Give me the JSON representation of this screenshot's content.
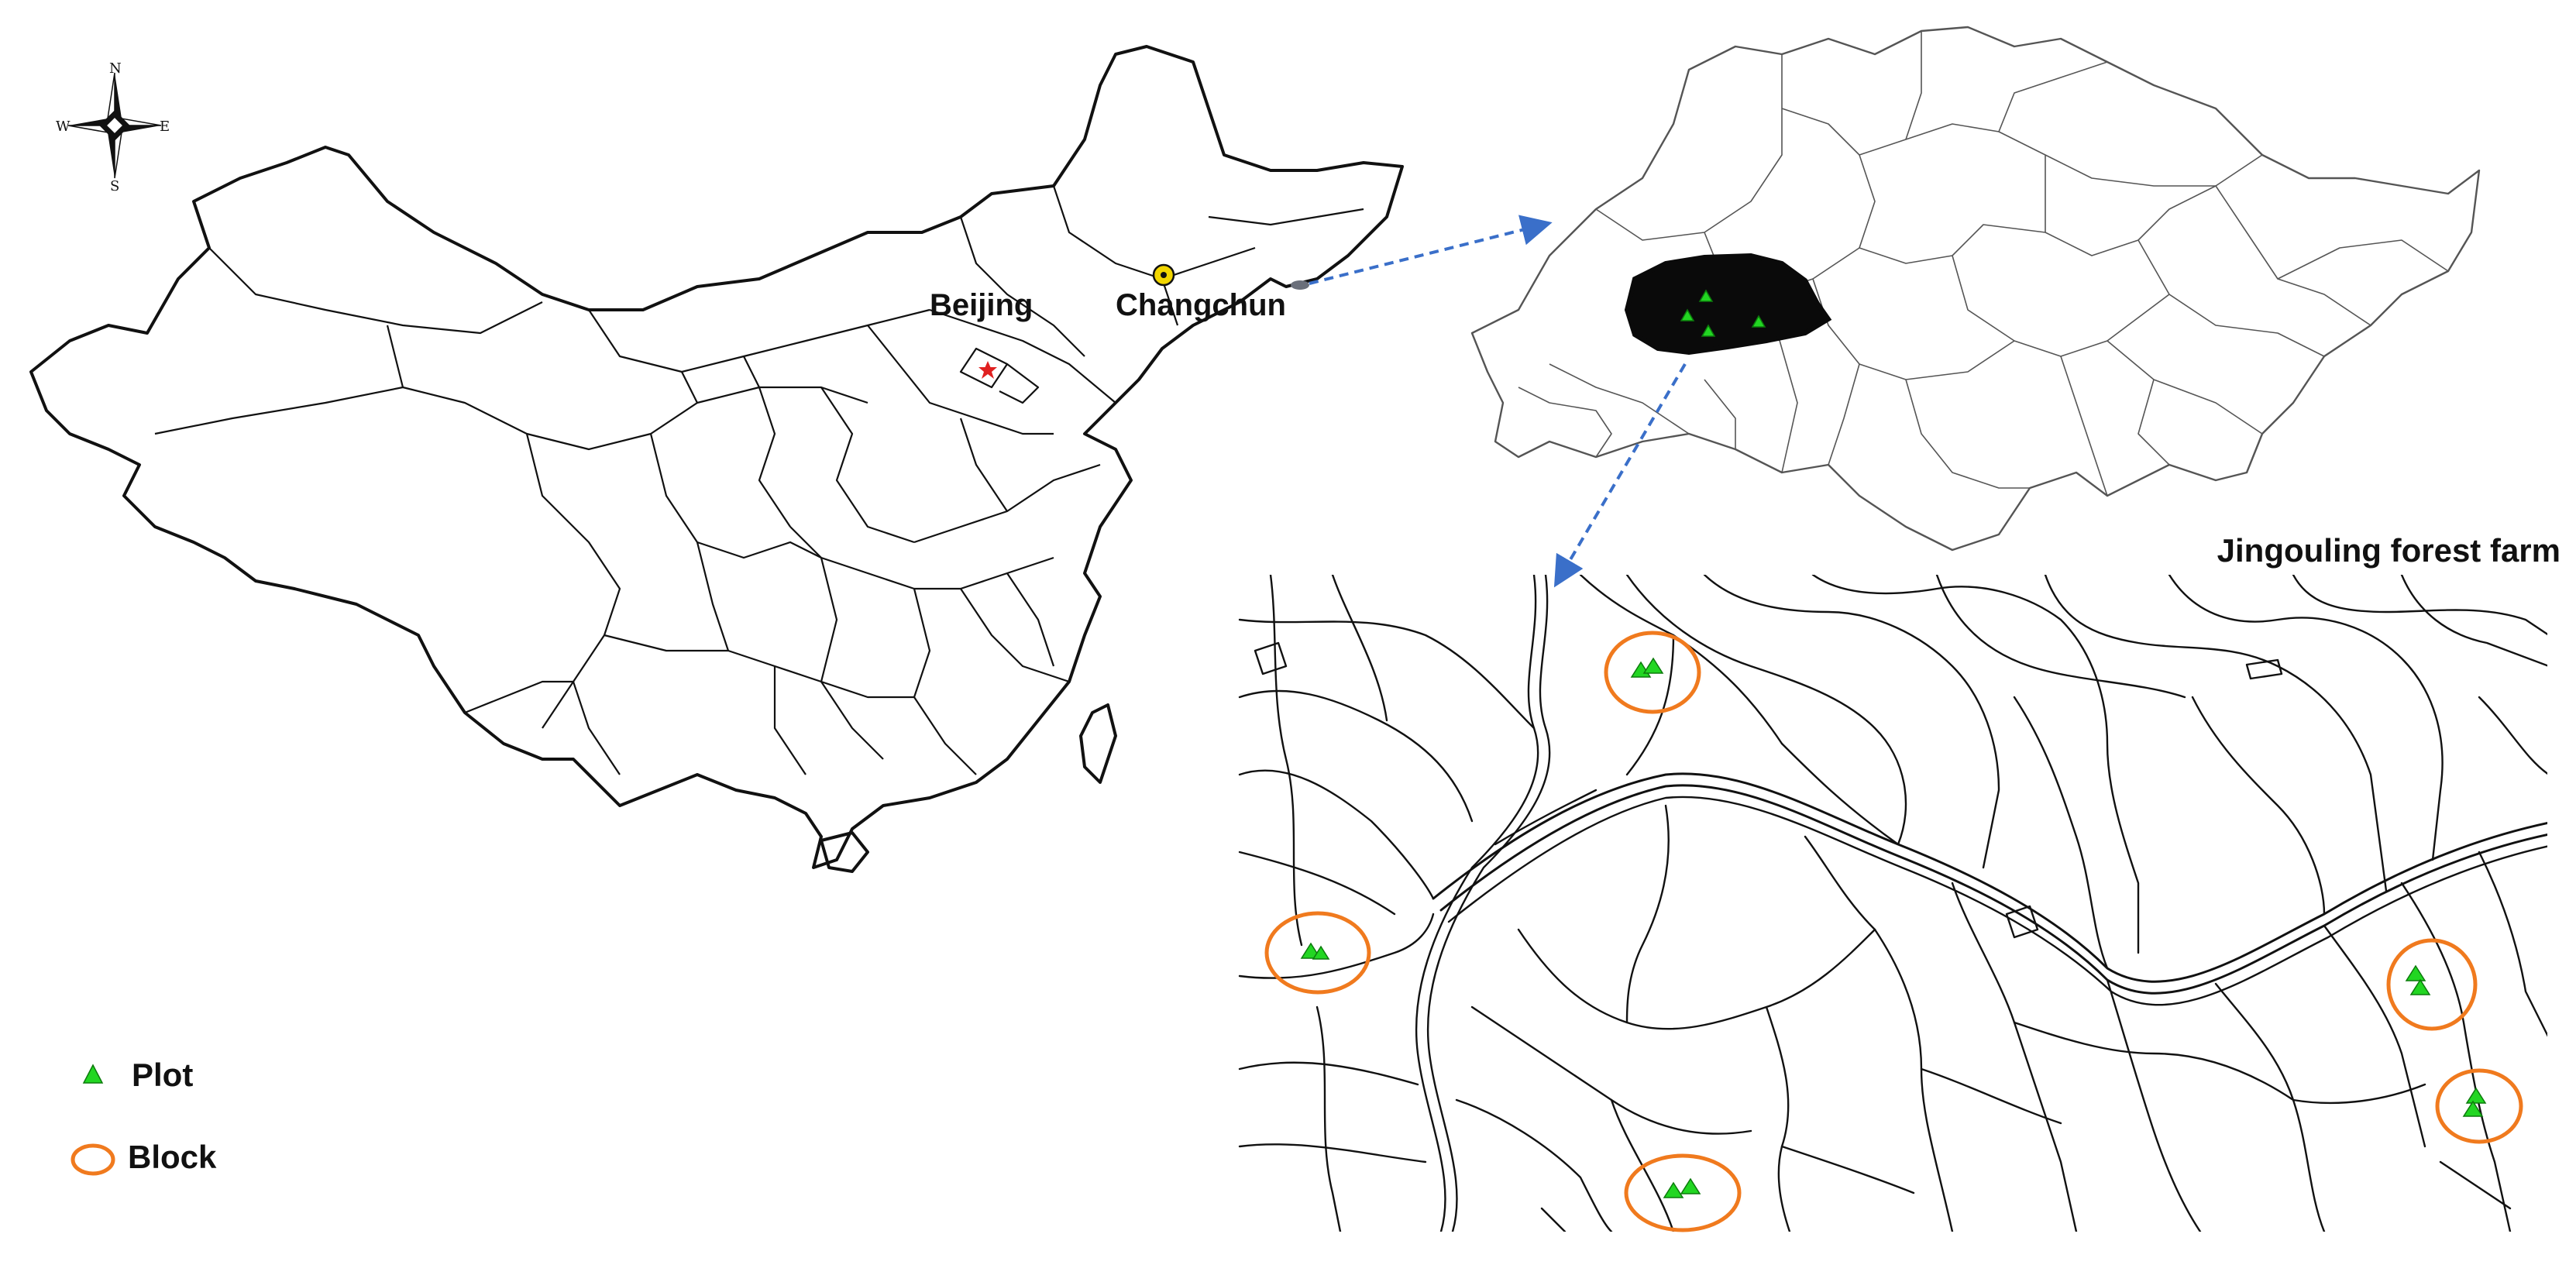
{
  "compass": {
    "north": "N",
    "south": "S",
    "east": "E",
    "west": "W",
    "icon": "compass-rose-icon"
  },
  "cities": {
    "beijing": {
      "label": "Beijing",
      "marker": "star",
      "color": "#e02020"
    },
    "changchun": {
      "label": "Changchun",
      "marker": "circle-dot",
      "color": "#f2d600"
    }
  },
  "inset_title": "Jingouling forest farm",
  "legend": {
    "plot": {
      "label": "Plot",
      "icon": "green-triangle-icon",
      "color": "#22d622"
    },
    "block": {
      "label": "Block",
      "icon": "orange-ellipse-icon",
      "color": "#f07a1e"
    }
  },
  "colors": {
    "arrow": "#3a6fc9",
    "boundary": "#111111",
    "region_fill": "#0a0a0a"
  }
}
